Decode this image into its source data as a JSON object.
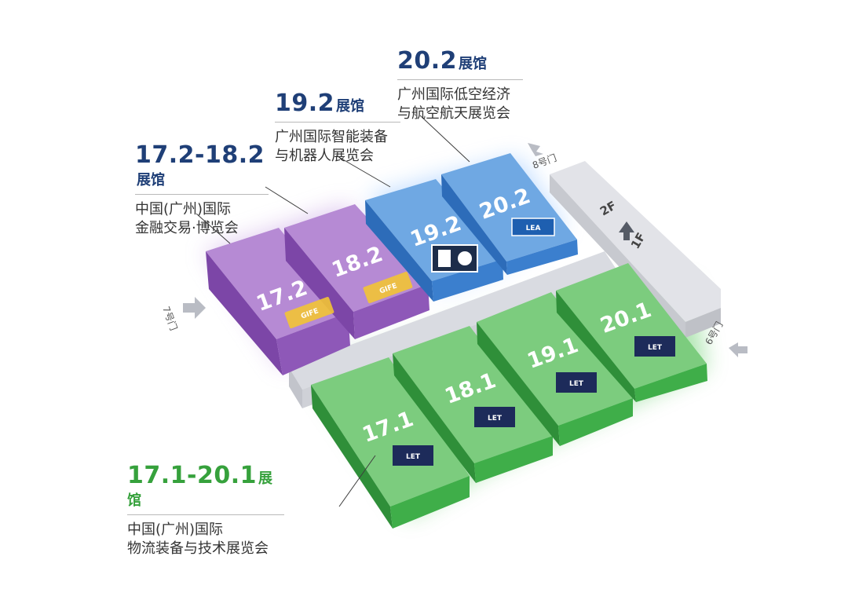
{
  "halls": {
    "h17_2": {
      "label": "17.2",
      "logo": "GIFE"
    },
    "h18_2": {
      "label": "18.2",
      "logo": "GIFE"
    },
    "h19_2": {
      "label": "19.2",
      "logo": "robot"
    },
    "h20_2": {
      "label": "20.2",
      "logo": "LEA"
    },
    "h17_1": {
      "label": "17.1",
      "logo": "LET"
    },
    "h18_1": {
      "label": "18.1",
      "logo": "LET"
    },
    "h19_1": {
      "label": "19.1",
      "logo": "LET"
    },
    "h20_1": {
      "label": "20.1",
      "logo": "LET"
    }
  },
  "callouts": {
    "c20_2": {
      "number": "20.2",
      "suffix": "展馆",
      "line1": "广州国际低空经济",
      "line2": "与航空航天展览会"
    },
    "c19_2": {
      "number": "19.2",
      "suffix": "展馆",
      "line1": "广州国际智能装备",
      "line2": "与机器人展览会"
    },
    "c17_18": {
      "number": "17.2-18.2",
      "suffix": "展馆",
      "line1": "中国(广州)国际",
      "line2": "金融交易·博览会"
    },
    "c17_20": {
      "number": "17.1-20.1",
      "suffix": "展馆",
      "line1": "中国(广州)国际",
      "line2": "物流装备与技术展览会"
    }
  },
  "gates": {
    "g8": "8号门",
    "g7": "7号门",
    "g6": "6号门"
  },
  "floors": {
    "f2": "2F",
    "f1": "1F"
  },
  "colors": {
    "purple": "#8e58b8",
    "blue": "#3b7fce",
    "green": "#3fae49",
    "corridor": "#dcdde2",
    "navy_text": "#1f3f77",
    "green_text": "#36a13c"
  }
}
